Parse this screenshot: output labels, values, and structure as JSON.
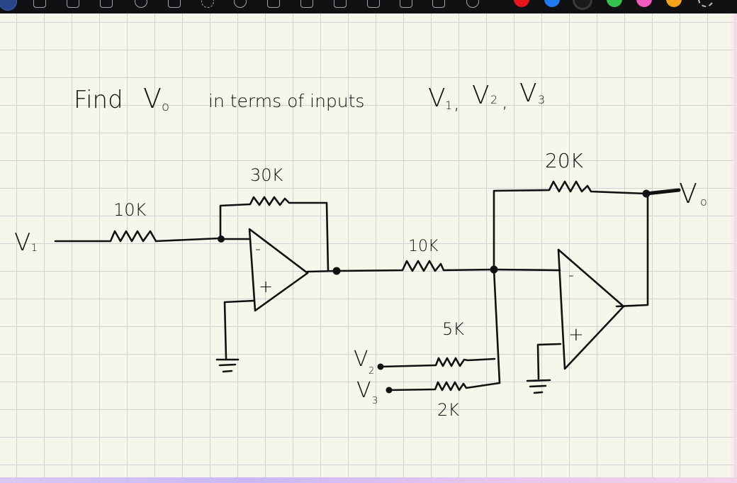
{
  "toolbar": {
    "tools": [
      "pen-tool-icon",
      "pencil-tool-icon",
      "marker-tool-icon",
      "highlighter-tool-icon",
      "eraser-tool-icon",
      "lasso-tool-icon",
      "shapes-tool-icon",
      "image-tool-icon",
      "text-tool-icon",
      "scan-tool-icon",
      "pointer-tool-icon",
      "zoom-tool-icon",
      "ruler-tool-icon",
      "stamp-tool-icon",
      "circle-tool-icon"
    ],
    "colors": [
      "#e8141b",
      "#1e7bf2",
      "#1a1a1a",
      "#34c24a",
      "#f15bbf",
      "#f5a21b",
      "#bfbfbf"
    ]
  },
  "note": {
    "prompt": {
      "find": "Find",
      "vo": "V",
      "vo_sub": "o",
      "in_terms_of_inputs": "in terms of inputs",
      "v1": "V",
      "v1_sub": "1",
      "v2": "V",
      "v2_sub": "2",
      "v3": "V",
      "v3_sub": "3",
      "sep": ","
    },
    "labels": {
      "input_v1": "V",
      "input_v1_sub": "1",
      "r_in1": "10K",
      "r_fb1": "30K",
      "r_in2": "10K",
      "r_fb2": "20K",
      "r_v2": "5K",
      "r_v3": "2K",
      "input_v2": "V",
      "input_v2_sub": "2",
      "input_v3": "V",
      "input_v3_sub": "3",
      "output_vo": "V",
      "output_vo_sub": "o",
      "opamp1_minus": "-",
      "opamp1_plus": "+",
      "opamp2_minus": "-",
      "opamp2_plus": "+"
    }
  }
}
